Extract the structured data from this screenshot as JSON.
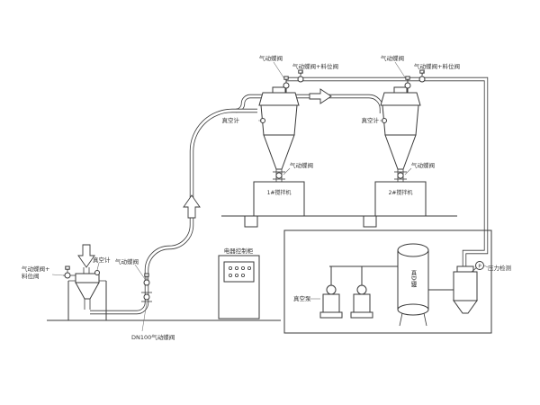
{
  "colors": {
    "line": "#3a3a3a",
    "background": "#ffffff"
  },
  "cyclone1": {
    "valve_top": "气动蝶阀",
    "valve_level": "气动蝶阀+料位阀",
    "vacuum_gauge": "真空计",
    "discharge_valve": "气动蝶阀",
    "equipment": "1#搅拌机"
  },
  "cyclone2": {
    "valve_top": "气动蝶阀",
    "valve_level": "气动蝶阀+料位阀",
    "vacuum_gauge": "真空计",
    "discharge_valve": "气动蝶阀",
    "equipment": "2#搅拌机"
  },
  "feeder": {
    "valve_level_line1": "气动蝶阀+",
    "valve_level_line2": "料位阀",
    "vacuum_gauge": "真空计",
    "valve": "气动蝶阀",
    "dn100_valve": "DN100气动蝶阀"
  },
  "control_cabinet": {
    "label": "电器控制柜"
  },
  "pump_room": {
    "vacuum_pump": "真空泵",
    "vacuum_tank": "真空罐",
    "pressure_detect": "压力检测",
    "gauge_letter": "P"
  }
}
